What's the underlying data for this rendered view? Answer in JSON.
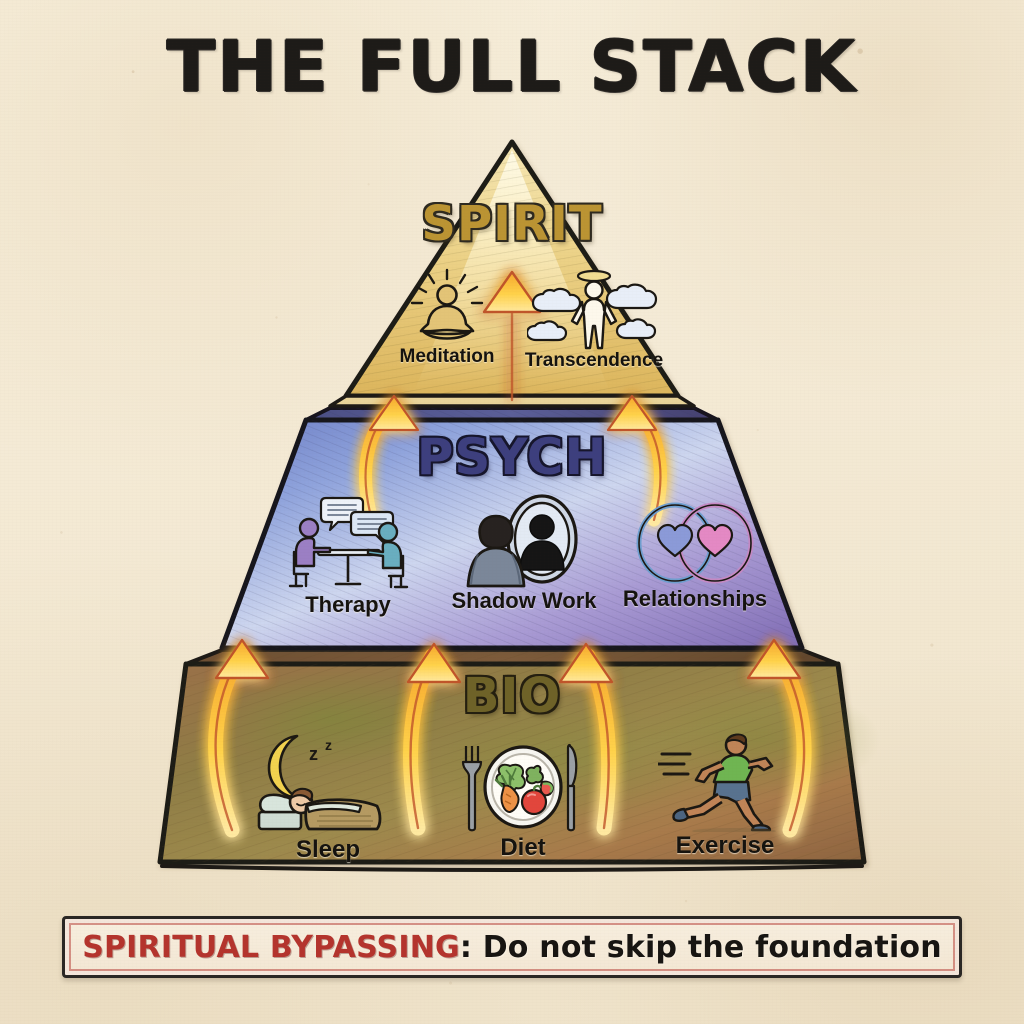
{
  "title": "THE FULL STACK",
  "theme": {
    "paper": "#f3e9d4",
    "ink": "#1d1b18",
    "spirit_accent": "#bb9433",
    "psych_accent": "#3d3f7e",
    "bio_accent": "#6e6228",
    "arrow_glow": "#ffd24a",
    "arrow_outline": "#c0552a",
    "warning_red": "#b4342d"
  },
  "pyramid": {
    "tiers": [
      {
        "id": "spirit",
        "label": "SPIRIT",
        "fill": "#e6c878",
        "items": [
          {
            "id": "meditation",
            "label": "Meditation",
            "icon": "meditating-figure-icon"
          },
          {
            "id": "transcendence",
            "label": "Transcendence",
            "icon": "ascending-figure-clouds-icon"
          }
        ]
      },
      {
        "id": "psych",
        "label": "PSYCH",
        "fill": "#9aa6dd",
        "items": [
          {
            "id": "therapy",
            "label": "Therapy",
            "icon": "two-people-talking-icon"
          },
          {
            "id": "shadow-work",
            "label": "Shadow Work",
            "icon": "person-mirror-shadow-icon"
          },
          {
            "id": "relationships",
            "label": "Relationships",
            "icon": "interlocking-rings-hearts-icon"
          }
        ]
      },
      {
        "id": "bio",
        "label": "BIO",
        "fill": "#a97c4f",
        "items": [
          {
            "id": "sleep",
            "label": "Sleep",
            "icon": "moon-zzz-sleeping-person-icon"
          },
          {
            "id": "diet",
            "label": "Diet",
            "icon": "plate-vegetables-fork-knife-icon"
          },
          {
            "id": "exercise",
            "label": "Exercise",
            "icon": "running-person-icon"
          }
        ]
      }
    ],
    "arrows": {
      "count": 6,
      "direction": "upward",
      "icon": "upward-curved-arrow-icon",
      "meaning": "build from the foundation upward"
    }
  },
  "warning": {
    "emphasis": "SPIRITUAL BYPASSING",
    "rest": ": Do not skip the foundation"
  }
}
